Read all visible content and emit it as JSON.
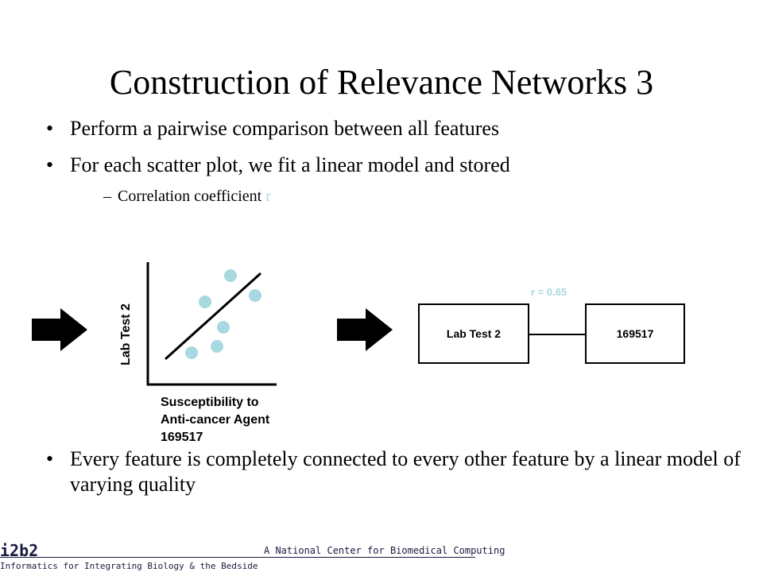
{
  "title": "Construction of Relevance Networks 3",
  "bullet_glyph": "•",
  "bullets": [
    "Perform a pairwise comparison between all features",
    "For each scatter plot, we fit a linear model and stored"
  ],
  "sub_bullet": {
    "dash": "–",
    "text": "Correlation coefficient ",
    "accent": "r"
  },
  "bottom_bullet": "Every feature is completely connected to every other feature by a linear model of varying quality",
  "scatter": {
    "ylabel": "Lab Test 2",
    "xlabel": "Susceptibility to Anti-cancer Agent 169517",
    "point_color": "#a8d8e0"
  },
  "network": {
    "left_node": "Lab Test 2",
    "right_node": "169517",
    "edge_label": "r = 0.65",
    "edge_label_color": "#a8d8e0"
  },
  "footer": {
    "logo": "i2b2",
    "logo_subtitle": "Informatics for Integrating Biology & the Bedside",
    "center_text": "A National Center for Biomedical Computing"
  }
}
